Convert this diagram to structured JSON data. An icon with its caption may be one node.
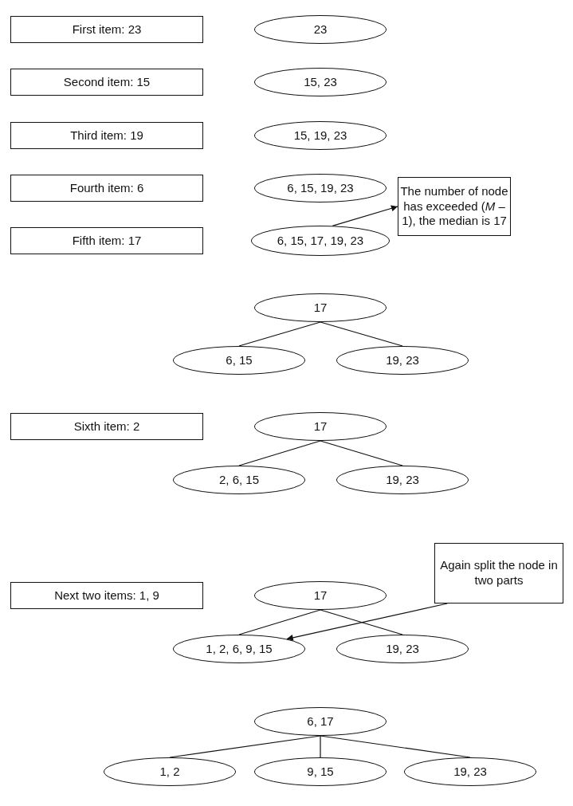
{
  "diagram": {
    "nodes": [
      {
        "text": [
          "First item: 23"
        ]
      },
      {
        "text": [
          "23"
        ]
      },
      {
        "text": [
          "Second item: 15"
        ]
      },
      {
        "text": [
          "15, 23"
        ]
      },
      {
        "text": [
          "Third item: 19"
        ]
      },
      {
        "text": [
          "15, 19, 23"
        ]
      },
      {
        "text": [
          "Fourth item: 6"
        ]
      },
      {
        "text": [
          "6, 15, 19, 23"
        ]
      },
      {
        "text": [
          "The number of node has exceeded (*M* – 1), the median is 17"
        ]
      },
      {
        "text": [
          "Fifth item: 17"
        ]
      },
      {
        "text": [
          "6, 15, 17, 19, 23"
        ]
      },
      {
        "text": [
          "17"
        ]
      },
      {
        "text": [
          "6, 15"
        ]
      },
      {
        "text": [
          "19, 23"
        ]
      },
      {
        "text": [
          "Sixth item: 2"
        ]
      },
      {
        "text": [
          "17"
        ]
      },
      {
        "text": [
          "2, 6, 15"
        ]
      },
      {
        "text": [
          "19, 23"
        ]
      },
      {
        "text": [
          "Next two items: 1, 9"
        ]
      },
      {
        "text": [
          "17"
        ]
      },
      {
        "text": [
          "Again split the node in two parts"
        ]
      },
      {
        "text": [
          "1, 2, 6, 9, 15"
        ]
      },
      {
        "text": [
          "19, 23"
        ]
      },
      {
        "text": [
          "6, 17"
        ]
      },
      {
        "text": [
          "1, 2"
        ]
      },
      {
        "text": [
          "9, 15"
        ]
      },
      {
        "text": [
          "19, 23"
        ]
      }
    ],
    "edges": [
      {
        "from": 10,
        "to": 8,
        "arrow": "to"
      },
      {
        "from": 11,
        "to": 12,
        "arrow": "none"
      },
      {
        "from": 11,
        "to": 13,
        "arrow": "none"
      },
      {
        "from": 15,
        "to": 16,
        "arrow": "none"
      },
      {
        "from": 15,
        "to": 17,
        "arrow": "none"
      },
      {
        "from": 19,
        "to": 21,
        "arrow": "none"
      },
      {
        "from": 19,
        "to": 22,
        "arrow": "none"
      },
      {
        "from": 20,
        "to": 21,
        "arrow": "to"
      },
      {
        "from": 23,
        "to": 24,
        "arrow": "none"
      },
      {
        "from": 23,
        "to": 25,
        "arrow": "none"
      },
      {
        "from": 23,
        "to": 26,
        "arrow": "none"
      }
    ]
  }
}
